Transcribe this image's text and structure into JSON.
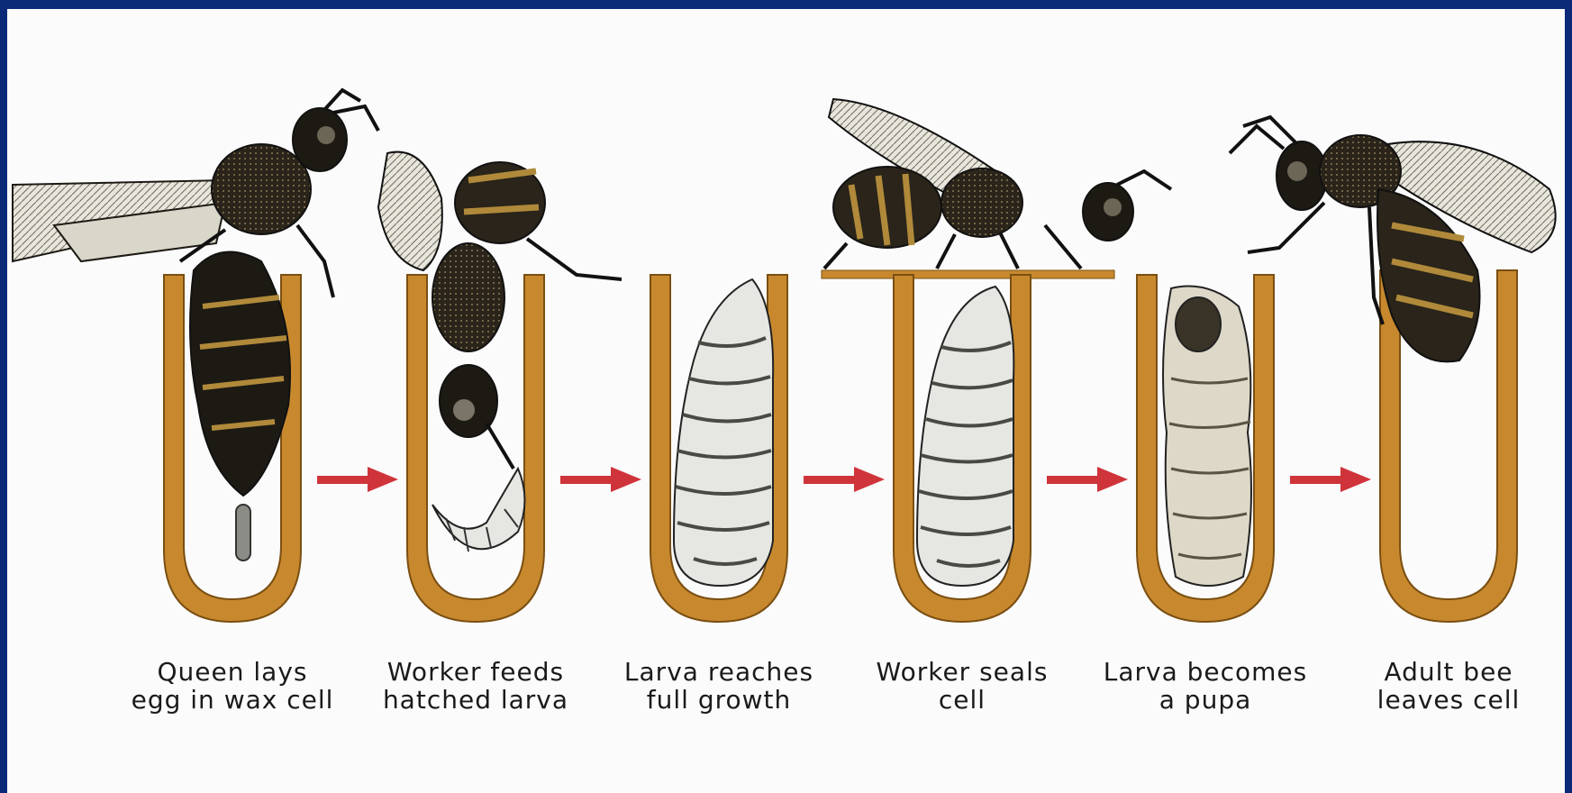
{
  "diagram": {
    "colors": {
      "background": "#0b2a78",
      "panel": "#fbfbfb",
      "wax_cell": "#c8892e",
      "arrow": "#d0343b",
      "bee_dark": "#1d1a14",
      "bee_band": "#b08a3a",
      "larva": "#e6e6e2"
    },
    "stages": [
      {
        "label": "Queen lays\negg in wax cell",
        "icon": "queen-bee-icon"
      },
      {
        "label": "Worker feeds\nhatched larva",
        "icon": "worker-bee-icon"
      },
      {
        "label": "Larva reaches\nfull growth",
        "icon": "larva-icon"
      },
      {
        "label": "Worker  seals\ncell",
        "icon": "worker-bee-icon"
      },
      {
        "label": "Larva becomes\na pupa",
        "icon": "pupa-icon"
      },
      {
        "label": "Adult bee\nleaves cell",
        "icon": "adult-bee-icon"
      }
    ]
  }
}
